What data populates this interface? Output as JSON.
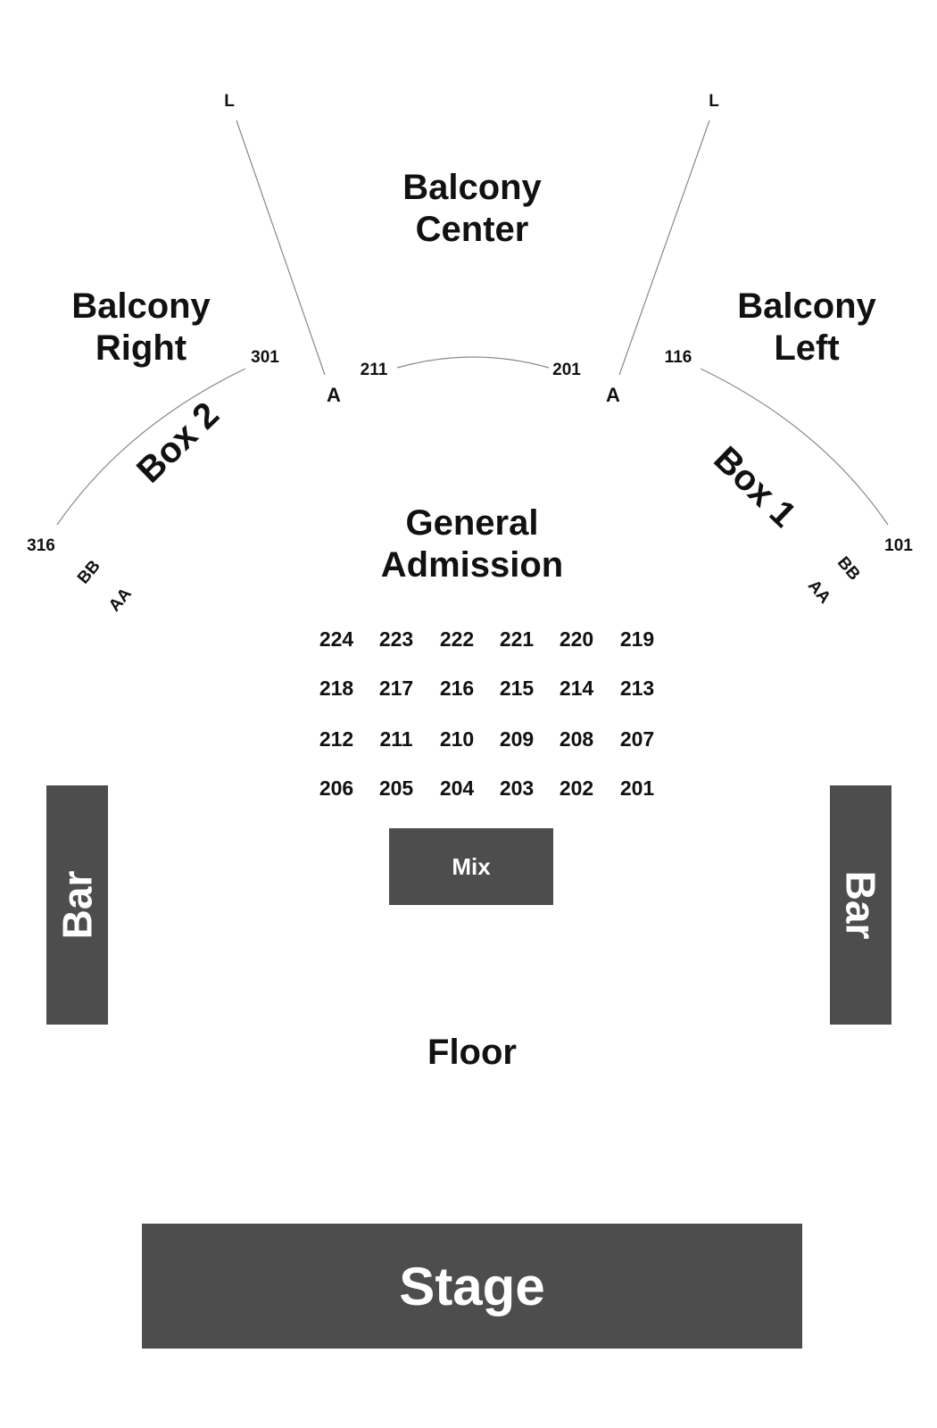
{
  "sections": {
    "balcony_center": [
      "Balcony",
      "Center"
    ],
    "balcony_right": [
      "Balcony",
      "Right"
    ],
    "balcony_left": [
      "Balcony",
      "Left"
    ],
    "box_2": "Box 2",
    "box_1": "Box 1",
    "general_admission": [
      "General",
      "Admission"
    ],
    "floor": "Floor",
    "mix": "Mix",
    "bar": "Bar",
    "stage": "Stage"
  },
  "markers": {
    "row_l": "L",
    "row_a": "A",
    "seat_211": "211",
    "seat_201": "201",
    "seat_301": "301",
    "seat_316": "316",
    "seat_116": "116",
    "seat_101": "101",
    "row_bb": "BB",
    "row_aa": "AA"
  },
  "ga_rows": [
    [
      "224",
      "223",
      "222",
      "221",
      "220",
      "219"
    ],
    [
      "218",
      "217",
      "216",
      "215",
      "214",
      "213"
    ],
    [
      "212",
      "211",
      "210",
      "209",
      "208",
      "207"
    ],
    [
      "206",
      "205",
      "204",
      "203",
      "202",
      "201"
    ]
  ],
  "colors": {
    "block": "#4d4d4d",
    "text": "#111111",
    "line": "#888888"
  }
}
